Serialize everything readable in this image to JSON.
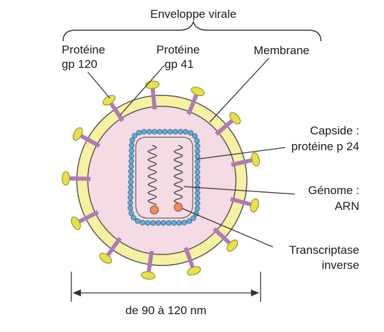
{
  "title": "Enveloppe virale",
  "labels": {
    "gp120_line1": "Protéine",
    "gp120_line2": "gp 120",
    "gp41_line1": "Protéine",
    "gp41_line2": "gp 41",
    "membrane": "Membrane",
    "capside_line1": "Capside :",
    "capside_line2": "protéine p 24",
    "genome_line1": "Génome :",
    "genome_line2": "ARN",
    "transcriptase_line1": "Transcriptase",
    "transcriptase_line2": "inverse"
  },
  "dimension": "de 90 à 120 nm",
  "colors": {
    "envelope": "#f6f2a2",
    "interior": "#f4dbe4",
    "gp41": "#b07ab8",
    "gp120": "#e6e04a",
    "capsid_bead": "#6aa8cf",
    "rt_enzyme": "#ee8a5c",
    "outline": "#333333"
  }
}
